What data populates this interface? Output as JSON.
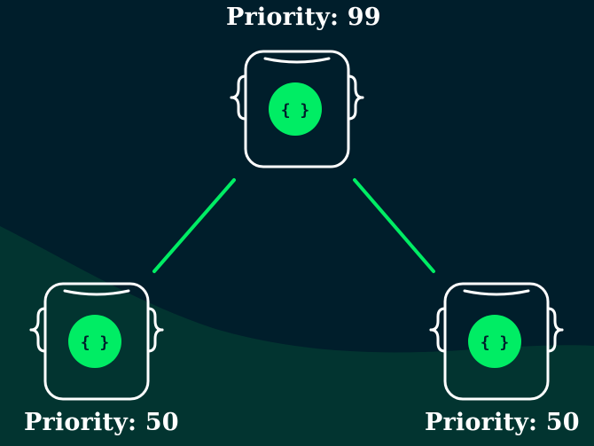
{
  "colors": {
    "background": "#001e2b",
    "lower_band": "#023430",
    "accent": "#00ed64",
    "outline": "#ffffff",
    "icon_text": "#001e2b"
  },
  "icon_names": {
    "node": "database-node-icon",
    "badge": "curly-braces-icon"
  },
  "nodes": [
    {
      "id": "top",
      "label": "Priority: 99",
      "glyph": "{ }"
    },
    {
      "id": "left",
      "label": "Priority: 50",
      "glyph": "{ }"
    },
    {
      "id": "right",
      "label": "Priority: 50",
      "glyph": "{ }"
    }
  ]
}
